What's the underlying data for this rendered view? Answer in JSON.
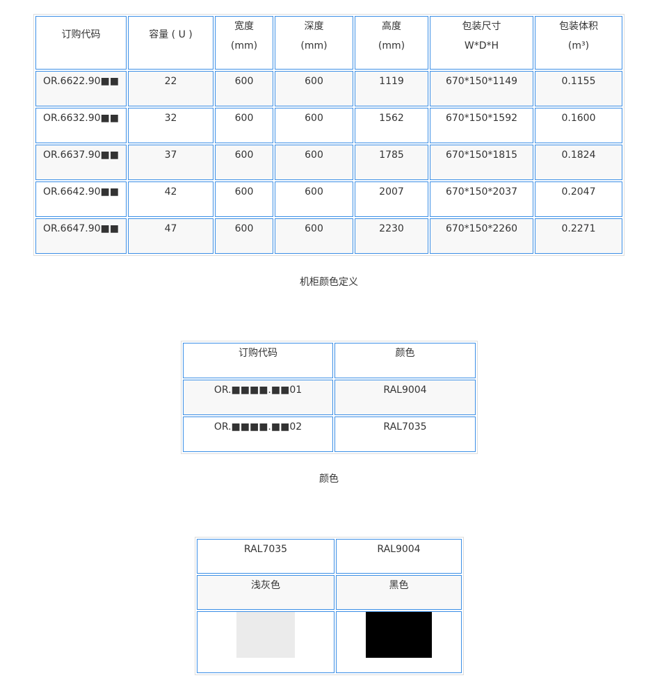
{
  "spec_table": {
    "headers": [
      [
        "订购代码"
      ],
      [
        "容量 ( U )"
      ],
      [
        "宽度",
        "(mm)"
      ],
      [
        "深度",
        "(mm)"
      ],
      [
        "高度",
        "(mm)"
      ],
      [
        "包装尺寸",
        "W*D*H"
      ],
      [
        "包装体积",
        "(m³)"
      ]
    ],
    "rows": [
      [
        "OR.6622.90■■",
        "22",
        "600",
        "600",
        "1119",
        "670*150*1149",
        "0.1155"
      ],
      [
        "OR.6632.90■■",
        "32",
        "600",
        "600",
        "1562",
        "670*150*1592",
        "0.1600"
      ],
      [
        "OR.6637.90■■",
        "37",
        "600",
        "600",
        "1785",
        "670*150*1815",
        "0.1824"
      ],
      [
        "OR.6642.90■■",
        "42",
        "600",
        "600",
        "2007",
        "670*150*2037",
        "0.2047"
      ],
      [
        "OR.6647.90■■",
        "47",
        "600",
        "600",
        "2230",
        "670*150*2260",
        "0.2271"
      ]
    ]
  },
  "caption1": "机柜颜色定义",
  "color_code_table": {
    "headers": [
      "订购代码",
      "颜色"
    ],
    "rows": [
      [
        "OR.■■■■.■■01",
        "RAL9004"
      ],
      [
        "OR.■■■■.■■02",
        "RAL7035"
      ]
    ]
  },
  "caption2": "颜色",
  "swatch_table": {
    "codes": [
      "RAL7035",
      "RAL9004"
    ],
    "names": [
      "浅灰色",
      "黑色"
    ],
    "colors": [
      "#ebebeb",
      "#000000"
    ]
  }
}
